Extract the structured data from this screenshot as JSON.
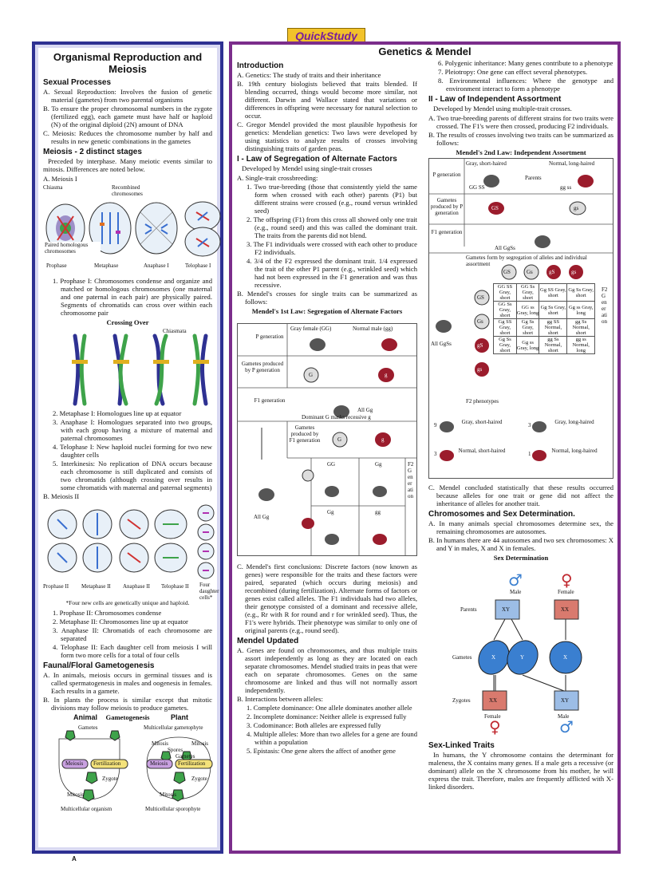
{
  "logo": "QuickStudy",
  "page_letter": "A",
  "left": {
    "title": "Organismal Reproduction and Meiosis",
    "sexual_processes": {
      "heading": "Sexual Processes",
      "items": [
        "A. Sexual Reproduction: Involves the fusion of genetic material (gametes) from two parental organisms",
        "B. To ensure the proper chromosomal numbers in the zygote (fertilized egg), each gamete must have half or haploid (N) of the original diploid (2N) amount of DNA",
        "C. Meiosis: Reduces the chromosome number by half and results in new genetic combinations in the gametes"
      ]
    },
    "meiosis": {
      "heading": "Meiosis - 2 distinct stages",
      "intro": "Preceded by interphase. Many meiotic events similar to mitosis. Differences are noted below.",
      "meiosis1_label": "A. Meiosis I",
      "fig1_labels": [
        "Chiasma",
        "Recombined chromosomes",
        "Paired homologous chromosomes"
      ],
      "fig1_stages": [
        "Prophase",
        "Metaphase",
        "Anaphase I",
        "Telophase I"
      ],
      "list1": [
        "1. Prophase I: Chromosomes condense and organize and matched or homologous chromosomes (one maternal and one paternal in each pair) are physically paired. Segments of chromatids can cross over within each chromosome pair"
      ],
      "crossing_title": "Crossing Over",
      "chiasmata": "Chiasmata",
      "list2": [
        "2. Metaphase I: Homologues line up at equator",
        "3. Anaphase I: Homologues separated into two groups, with each group having a mixture of maternal and paternal chromosomes",
        "4. Telophase I: New haploid nuclei forming for two new daughter cells",
        "5. Interkinesis: No replication of DNA occurs because each chromosome is still duplicated and consists of two chromatids (although crossing over results in some chromatids with maternal and paternal segments)"
      ],
      "meiosis2_label": "B. Meiosis II",
      "fig2_stages": [
        "Prophase II",
        "Metaphase II",
        "Anaphase II",
        "Telophase II",
        "Four daughter cells*"
      ],
      "footnote": "*Four new cells are genetically unique and haploid.",
      "list3": [
        "1. Prophase II: Chromosomes condense",
        "2. Metaphase II: Chromosomes line up at equator",
        "3. Anaphase II: Chromatids of each chromosome are separated",
        "4. Telophase II: Each daughter cell from meiosis I will form two more cells for a total of four cells"
      ]
    },
    "gametogenesis": {
      "heading": "Faunal/Floral Gametogenesis",
      "items": [
        "A. In animals, meiosis occurs in germinal tissues and is called spermatogenesis in males and oogenesis in females. Each results in a gamete.",
        "B. In plants the process is similar except that mitotic divisions may follow meiosis to produce gametes."
      ],
      "fig_title": "Gametogenesis",
      "animal": "Animal",
      "plant": "Plant",
      "animal_labels": [
        "Gametes",
        "Meiosis",
        "Fertilization",
        "Zygote",
        "Mitosis",
        "Multicellular organism"
      ],
      "plant_labels": [
        "Multicellular gametophyte",
        "Mitosis",
        "Mitosis",
        "Spores",
        "Gametes",
        "Meiosis",
        "Fertilization",
        "Zygote",
        "Mitosis",
        "Multicellular sporophyte"
      ]
    }
  },
  "right": {
    "title": "Genetics & Mendel",
    "intro": {
      "heading": "Introduction",
      "items": [
        "A. Genetics: The study of traits and their inheritance",
        "B. 19th century biologists believed that traits blended. If blending occurred, things would become more similar, not different. Darwin and Wallace stated that variations or differences in offspring were necessary for natural selection to occur.",
        "C. Gregor Mendel provided the most plausible hypothesis for genetics: Mendelian genetics: Two laws were developed by using statistics to analyze results of crosses involving distinguishing traits of garden peas."
      ]
    },
    "law1": {
      "heading": "I - Law of Segregation of Alternate Factors",
      "intro": "Developed by Mendel using single-trait crosses",
      "a": "A. Single-trait crossbreeding:",
      "list": [
        "1. Two true-breeding (those that consistently yield the same form when crossed with each other) parents (P1) but different strains were crossed (e.g., round versus wrinkled seed)",
        "2. The offspring (F1) from this cross all showed only one trait (e.g., round seed) and this was called the dominant trait. The traits from the parents did not blend.",
        "3. The F1 individuals were crossed with each other to produce F2 individuals.",
        "4. 3/4 of the F2 expressed the dominant trait. 1/4 expressed the trait of the other P1 parent (e.g., wrinkled seed) which had not been expressed in the F1 generation and was thus recessive."
      ],
      "b": "B. Mendel's crosses for single traits can be summarized as follows:",
      "fig_title": "Mendel's 1st Law: Segregation of Alternate Factors",
      "fig_labels": {
        "p_gen": "P generation",
        "gray_female": "Gray female (GG)",
        "normal_male": "Normal male (gg)",
        "gametes_p": "Gametes produced by P generation",
        "G": "G",
        "g": "g",
        "f1_gen": "F1 generation",
        "all_Gg": "All Gg",
        "dominant": "Dominant G masks recessive g",
        "gametes_f1": "Gametes produced by F1 generation",
        "GG": "GG",
        "Gg": "Gg",
        "gg": "gg",
        "f2": "F2 Generation",
        "all_Gg2": "All Gg"
      },
      "c": "C. Mendel's first conclusions: Discrete factors (now known as genes) were responsible for the traits and these factors were paired, separated (which occurs during meiosis) and recombined (during fertilization). Alternate forms of factors or genes exist called alleles. The F1 individuals had two alleles, their genotype consisted of a dominant and recessive allele, (e.g., Rr with R for round and r for wrinkled seed). Thus, the F1's were hybrids. Their phenotype was similar to only one of original parents (e.g., round seed)."
    },
    "updated": {
      "heading": "Mendel Updated",
      "a": "A. Genes are found on chromosomes, and thus multiple traits assort independently as long as they are located on each separate chromosomes. Mendel studied traits in peas that were each on separate chromosomes. Genes on the same chromosome are linked and thus will not normally assort independently.",
      "b": "B. Interactions between alleles:",
      "list": [
        "1. Complete dominance: One allele dominates another allele",
        "2. Incomplete dominance: Neither allele is expressed fully",
        "3. Codominance: Both alleles are expressed fully",
        "4. Multiple alleles: More than two alleles for a gene are found within a population",
        "5. Epistasis: One gene alters the affect of another gene",
        "6. Polygenic inheritance: Many genes contribute to a phenotype",
        "7. Pleiotropy: One gene can effect several phenotypes.",
        "8. Environmental influences: Where the genotype and environment interact to form a phenotype"
      ]
    },
    "law2": {
      "heading": "II - Law of Independent Assortment",
      "intro": "Developed by Mendel using multiple-trait crosses.",
      "a": "A. Two true-breeding parents of different strains for two traits were crossed. The F1's were then crossed, producing F2 individuals.",
      "b": "B. The results of crosses involving two traits can be summarized as follows:",
      "fig_title": "Mendel's 2nd Law: Independent Assortment",
      "fig_labels": {
        "gray_short": "Gray, short-haired",
        "normal_long": "Normal, long-haired",
        "p_gen": "P generation",
        "parents": "Parents",
        "GGSS": "GG SS",
        "ggss": "gg ss",
        "gametes_p": "Gametes produced by P generation",
        "GS": "GS",
        "gs": "gs",
        "f1_gen": "F1 generation",
        "all_GgSs": "All GgSs",
        "gametes_seg": "Gametes form by segregation of alleles and individual assortment",
        "gam": [
          "GS",
          "Gs",
          "gS",
          "gs"
        ],
        "all_GgSs2": "All GgSs",
        "f2_label": "F2 Generation",
        "f2_pheno": "F2 phenotypes",
        "phen": [
          {
            "n": "9",
            "t": "Gray, short-haired"
          },
          {
            "n": "3",
            "t": "Gray, long-haired"
          },
          {
            "n": "3",
            "t": "Normal, short-haired"
          },
          {
            "n": "1",
            "t": "Normal, long-haired"
          }
        ]
      },
      "grid": [
        [
          "GG SS Gray, short",
          "GG Ss Gray, short",
          "Gg SS Gray, short",
          "Gg Ss Gray, short"
        ],
        [
          "GG Ss Gray, short",
          "GG ss Gray, long",
          "Gg Ss Gray, short",
          "Gg ss Gray, long"
        ],
        [
          "Gg SS Gray, short",
          "Gg Ss Gray, short",
          "gg SS Normal, short",
          "gg Ss Normal, short"
        ],
        [
          "Gg Ss Gray, short",
          "Gg ss Gray, long",
          "gg Ss Normal, short",
          "gg ss Normal, long"
        ]
      ],
      "c": "C. Mendel concluded statistically that these results occurred because alleles for one trait or gene did not affect the inheritance of alleles for another trait."
    },
    "chrom": {
      "heading": "Chromosomes and Sex Determination.",
      "items": [
        "A. In many animals special chromosomes determine sex, the remaining chromosomes are autosomes.",
        "B. In humans there are 44 autosomes and two sex chromosomes: X and Y in males, X and X in females."
      ],
      "fig_title": "Sex Determination",
      "male": "Male",
      "female": "Female",
      "parents": "Parents",
      "gametes": "Gametes",
      "zygotes": "Zygotes",
      "XY": "XY",
      "XX": "XX",
      "X": "X",
      "Y": "Y",
      "female2": "Female",
      "male2": "Male"
    },
    "sexlinked": {
      "heading": "Sex-Linked Traits",
      "text": "In humans, the Y chromosome contains the determinant for maleness, the X contains many genes. If a male gets a recessive (or dominant) allele on the X chromosome from his mother, he will express the trait. Therefore, males are frequently afflicted with X-linked disorders."
    }
  },
  "colors": {
    "left_border": "#2e3192",
    "left_bg": "#d9d9f2",
    "right_border": "#7b2d8b",
    "gray_allele": "#555555",
    "recessive": "#9b1c2c",
    "male_blue": "#3a7fd0",
    "female_red": "#c0282f"
  }
}
